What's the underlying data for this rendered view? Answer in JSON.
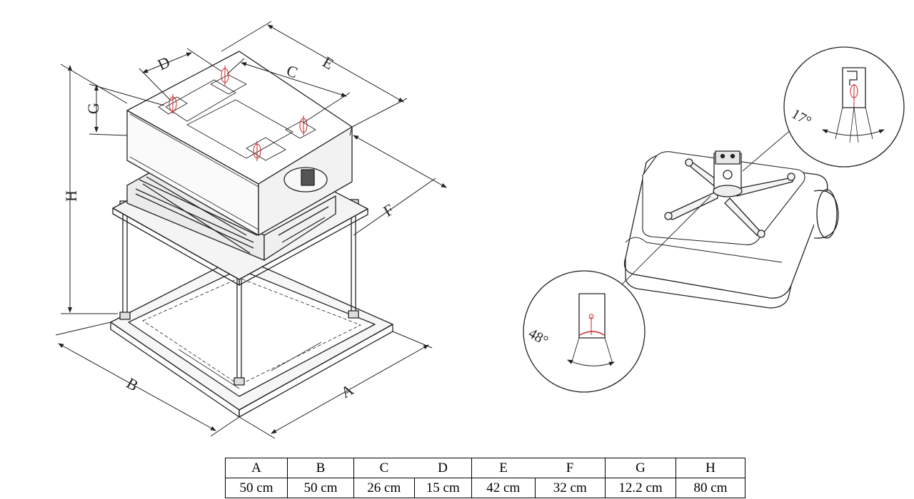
{
  "dimension_labels": {
    "a": "A",
    "b": "B",
    "c": "C",
    "d": "D",
    "e": "E",
    "f": "F",
    "g": "G",
    "h": "H"
  },
  "angles": {
    "tilt": "17°",
    "swivel": "48°"
  },
  "spec_table": {
    "headers": [
      "A",
      "B",
      "C",
      "D",
      "E",
      "F",
      "G",
      "H"
    ],
    "values": [
      "50 cm",
      "50 cm",
      "26 cm",
      "15 cm",
      "42 cm",
      "32 cm",
      "12.2 cm",
      "80 cm"
    ]
  },
  "colors": {
    "line": "#222222",
    "accent": "#cc2222"
  }
}
